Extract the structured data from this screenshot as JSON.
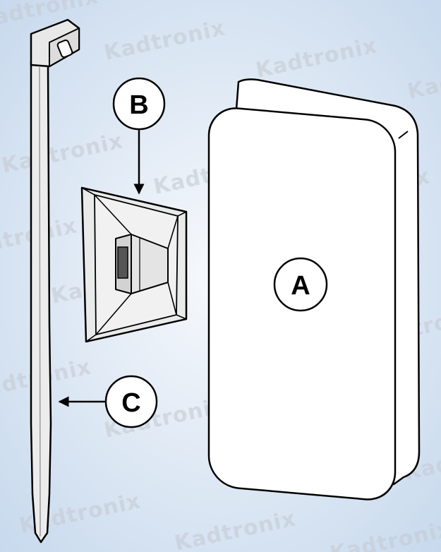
{
  "watermark": {
    "text": "Kadtronix"
  },
  "labels": {
    "a": "A",
    "b": "B",
    "c": "C"
  },
  "colors": {
    "background_center": "#f7f9fc",
    "background_edge": "#c4d7ec",
    "outline": "#000000",
    "enclosure_fill": "#ffffff",
    "mount_fill": "#e9eaea",
    "tie_fill": "#ececec",
    "watermark": "#c6cbd3"
  }
}
